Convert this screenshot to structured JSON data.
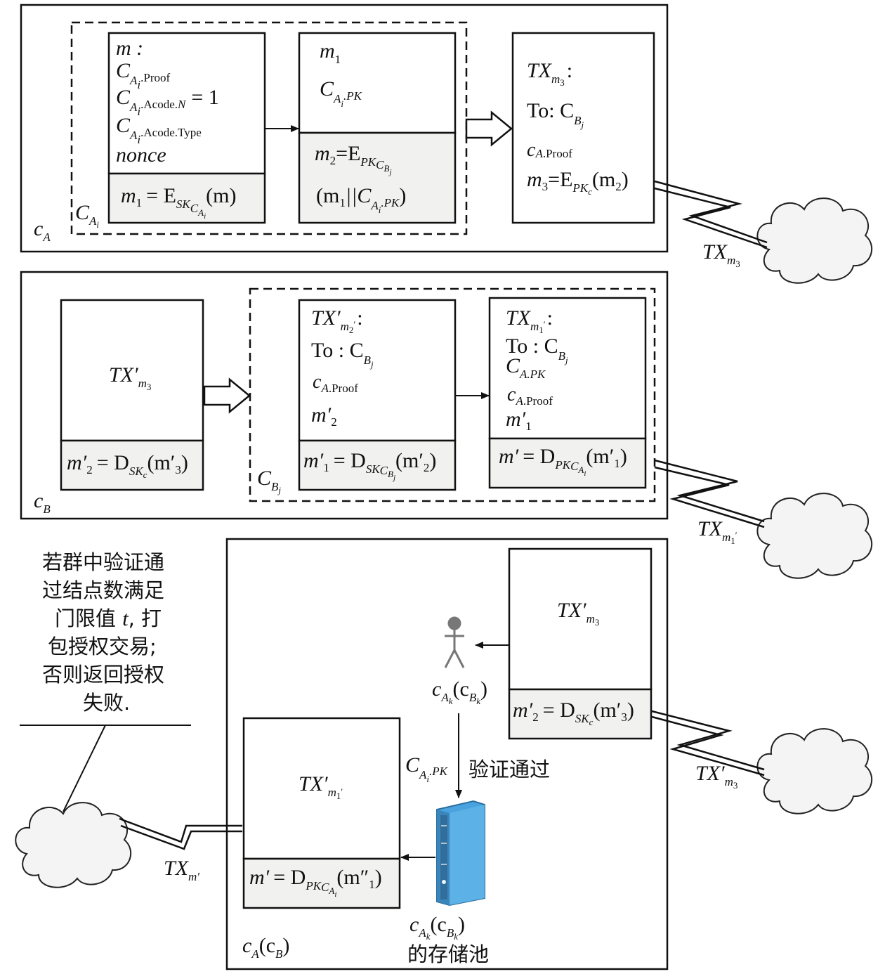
{
  "panels": {
    "top": {
      "corner": "c",
      "corner_sub": "A"
    },
    "middle": {
      "corner": "c",
      "corner_sub": "B"
    },
    "bottom": {
      "corner": "c",
      "corner_sub": "A",
      "corner_rest": "(c",
      "corner_sub2": "B",
      "corner_close": ")"
    }
  },
  "group_labels": {
    "cai": {
      "main": "C",
      "sub": "A",
      "subsub": "i"
    },
    "cbj": {
      "main": "C",
      "sub": "B",
      "subsub": "j"
    }
  },
  "top_box1": {
    "line1": "m :",
    "line2_main": "C",
    "line2_sub": "A",
    "line2_subsub": "i",
    "line2_suffix": ".Proof",
    "line3_main": "C",
    "line3_sub": "A",
    "line3_subsub": "i",
    "line3_suffix": ".Acode.",
    "line3_suffix_it": "N",
    "line3_eq": "= 1",
    "line4_main": "C",
    "line4_sub": "A",
    "line4_subsub": "i",
    "line4_suffix": ".Acode.Type",
    "line5": "nonce",
    "foot_lhs": "m",
    "foot_lhs_sub": "1",
    "foot_eq": "= E",
    "foot_sub": "SK",
    "foot_subsub": "C",
    "foot_subsubsub": "A",
    "foot_subsubsubsub": "i",
    "foot_arg": "(m)"
  },
  "top_box2": {
    "line1": "m",
    "line1_sub": "1",
    "line2_main": "C",
    "line2_sub": "A",
    "line2_subsub": "i",
    "line2_suffix": ".PK",
    "foot1_lhs": "m",
    "foot1_lhs_sub": "2",
    "foot1_eq": "=E",
    "foot1_sub": "PK",
    "foot1_subsub": "C",
    "foot1_subsubsub": "B",
    "foot1_subsubsubsub": "j",
    "foot2_open": "(m",
    "foot2_sub": "1",
    "foot2_mid": "||C",
    "foot2_sub2": "A",
    "foot2_subsub2": "i",
    "foot2_suffix": ".PK",
    "foot2_close": ")"
  },
  "top_box3": {
    "line1": "TX",
    "line1_sub": "m",
    "line1_subsub": "3",
    "line1_colon": ":",
    "line2": "To: C",
    "line2_sub": "B",
    "line2_subsub": "j",
    "line3": "c",
    "line3_sub": "A",
    "line3_suffix": ".Proof",
    "line4_lhs": "m",
    "line4_lhs_sub": "3",
    "line4_eq": "=E",
    "line4_sub": "PK",
    "line4_subsub": "c",
    "line4_arg": "(m",
    "line4_arg_sub": "2",
    "line4_close": ")"
  },
  "mid_box1": {
    "label": "TX′",
    "label_sub": "m",
    "label_subsub": "3",
    "foot_lhs": "m′",
    "foot_lhs_sub": "2",
    "foot_eq": "= D",
    "foot_sub": "SK",
    "foot_subsub": "c",
    "foot_arg": "(m′",
    "foot_arg_sub": "3",
    "foot_close": ")"
  },
  "mid_box2": {
    "line1": "TX′",
    "line1_sub": "m",
    "line1_subsub": "2",
    "line1_prime": "′",
    "line1_colon": ":",
    "line2": "To : C",
    "line2_sub": "B",
    "line2_subsub": "j",
    "line3": "c",
    "line3_sub": "A",
    "line3_suffix": ".Proof",
    "line4": "m′",
    "line4_sub": "2",
    "foot_lhs": "m′",
    "foot_lhs_sub": "1",
    "foot_eq": "= D",
    "foot_sub": "SK",
    "foot_subsub": "C",
    "foot_subsubsub": "B",
    "foot_subsubsubsub": "j",
    "foot_arg": "(m′",
    "foot_arg_sub": "2",
    "foot_close": ")"
  },
  "mid_box3": {
    "line1": "TX",
    "line1_sub": "m",
    "line1_subsub": "1",
    "line1_prime": "′",
    "line1_colon": ":",
    "line2": "To : C",
    "line2_sub": "B",
    "line2_subsub": "j",
    "line3": "C",
    "line3_sub": "A.PK",
    "line4": "c",
    "line4_sub": "A",
    "line4_suffix": ".Proof",
    "line5": "m′",
    "line5_sub": "1",
    "foot_lhs": "m′",
    "foot_eq": "= D",
    "foot_sub": "PK",
    "foot_subsub": "C",
    "foot_subsubsub": "A",
    "foot_subsubsubsub": "i",
    "foot_arg": "(m′",
    "foot_arg_sub": "1",
    "foot_close": ")"
  },
  "bottom_tx_box": {
    "label": "TX′",
    "label_sub": "m",
    "label_subsub": "3",
    "foot_lhs": "m′",
    "foot_lhs_sub": "2",
    "foot_eq": "= D",
    "foot_sub": "SK",
    "foot_subsub": "c",
    "foot_arg": "(m′",
    "foot_arg_sub": "3",
    "foot_close": ")"
  },
  "bottom_pkg_box": {
    "label": "TX′",
    "label_sub": "m",
    "label_subsub": "1",
    "label_prime": "′",
    "foot_lhs": "m′",
    "foot_eq": "= D",
    "foot_sub": "PK",
    "foot_subsub": "C",
    "foot_subsubsub": "A",
    "foot_subsubsubsub": "i",
    "foot_arg": "(m″",
    "foot_arg_sub": "1",
    "foot_close": ")"
  },
  "user": {
    "main": "c",
    "sub": "A",
    "subsub": "k",
    "open": "(c",
    "sub2": "B",
    "subsub2": "k",
    "close": ")"
  },
  "verify": {
    "main": "C",
    "sub": "A",
    "subsub": "i",
    "suffix": ".PK",
    "text": "验证通过"
  },
  "storage": {
    "main": "c",
    "sub": "A",
    "subsub": "k",
    "open": "(c",
    "sub2": "B",
    "subsub2": "k",
    "close": ")",
    "text": "的存储池"
  },
  "note_lines": [
    "若群中验证通",
    "过结点数满足",
    "门限值 ",
    "包授权交易;",
    "否则返回授权",
    "失败."
  ],
  "note_t": "t",
  "note_after_t": ", 打",
  "links": {
    "tx_m3": {
      "main": "TX",
      "sub": "m",
      "subsub": "3"
    },
    "tx_m1p": {
      "main": "TX",
      "sub": "m",
      "subsub": "1",
      "prime": "′"
    },
    "txp_m3": {
      "main": "TX′",
      "sub": "m",
      "subsub": "3"
    },
    "tx_mp": {
      "main": "TX",
      "sub": "m′"
    }
  },
  "colors": {
    "line": "#111111",
    "footer_fill": "#f1f1ef",
    "server_blue": "#4aa3df",
    "person": "#777777"
  }
}
